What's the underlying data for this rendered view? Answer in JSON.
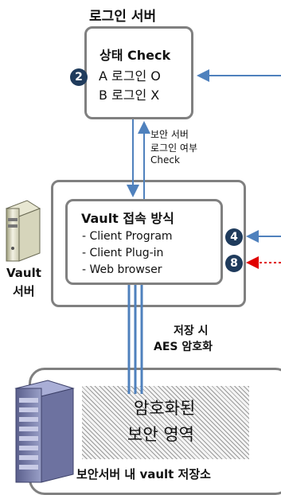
{
  "login_server": {
    "title": "로그인 서버",
    "status_title": "상태 Check",
    "badge": "2",
    "rows": [
      "A 로그인 O",
      "B 로그인 X"
    ]
  },
  "connector_label": [
    "보안 서버",
    "로그인 여부",
    "Check"
  ],
  "vault_server": {
    "label_line1": "Vault",
    "label_line2": "서버",
    "method_title": "Vault 접속 방식",
    "methods": [
      "- Client Program",
      "- Client Plug-in",
      "- Web browser"
    ],
    "badges": [
      "4",
      "8"
    ]
  },
  "encryption_label": [
    "저장 시",
    "AES 암호화"
  ],
  "storage": {
    "encrypted_area": [
      "암호화된",
      "보안 영역"
    ],
    "caption": "보안서버 내 vault 저장소"
  },
  "colors": {
    "arrow_blue": "#4f81bd",
    "arrow_red": "#e00000",
    "badge_fill": "#1f3b5c",
    "box_border": "#808080"
  }
}
